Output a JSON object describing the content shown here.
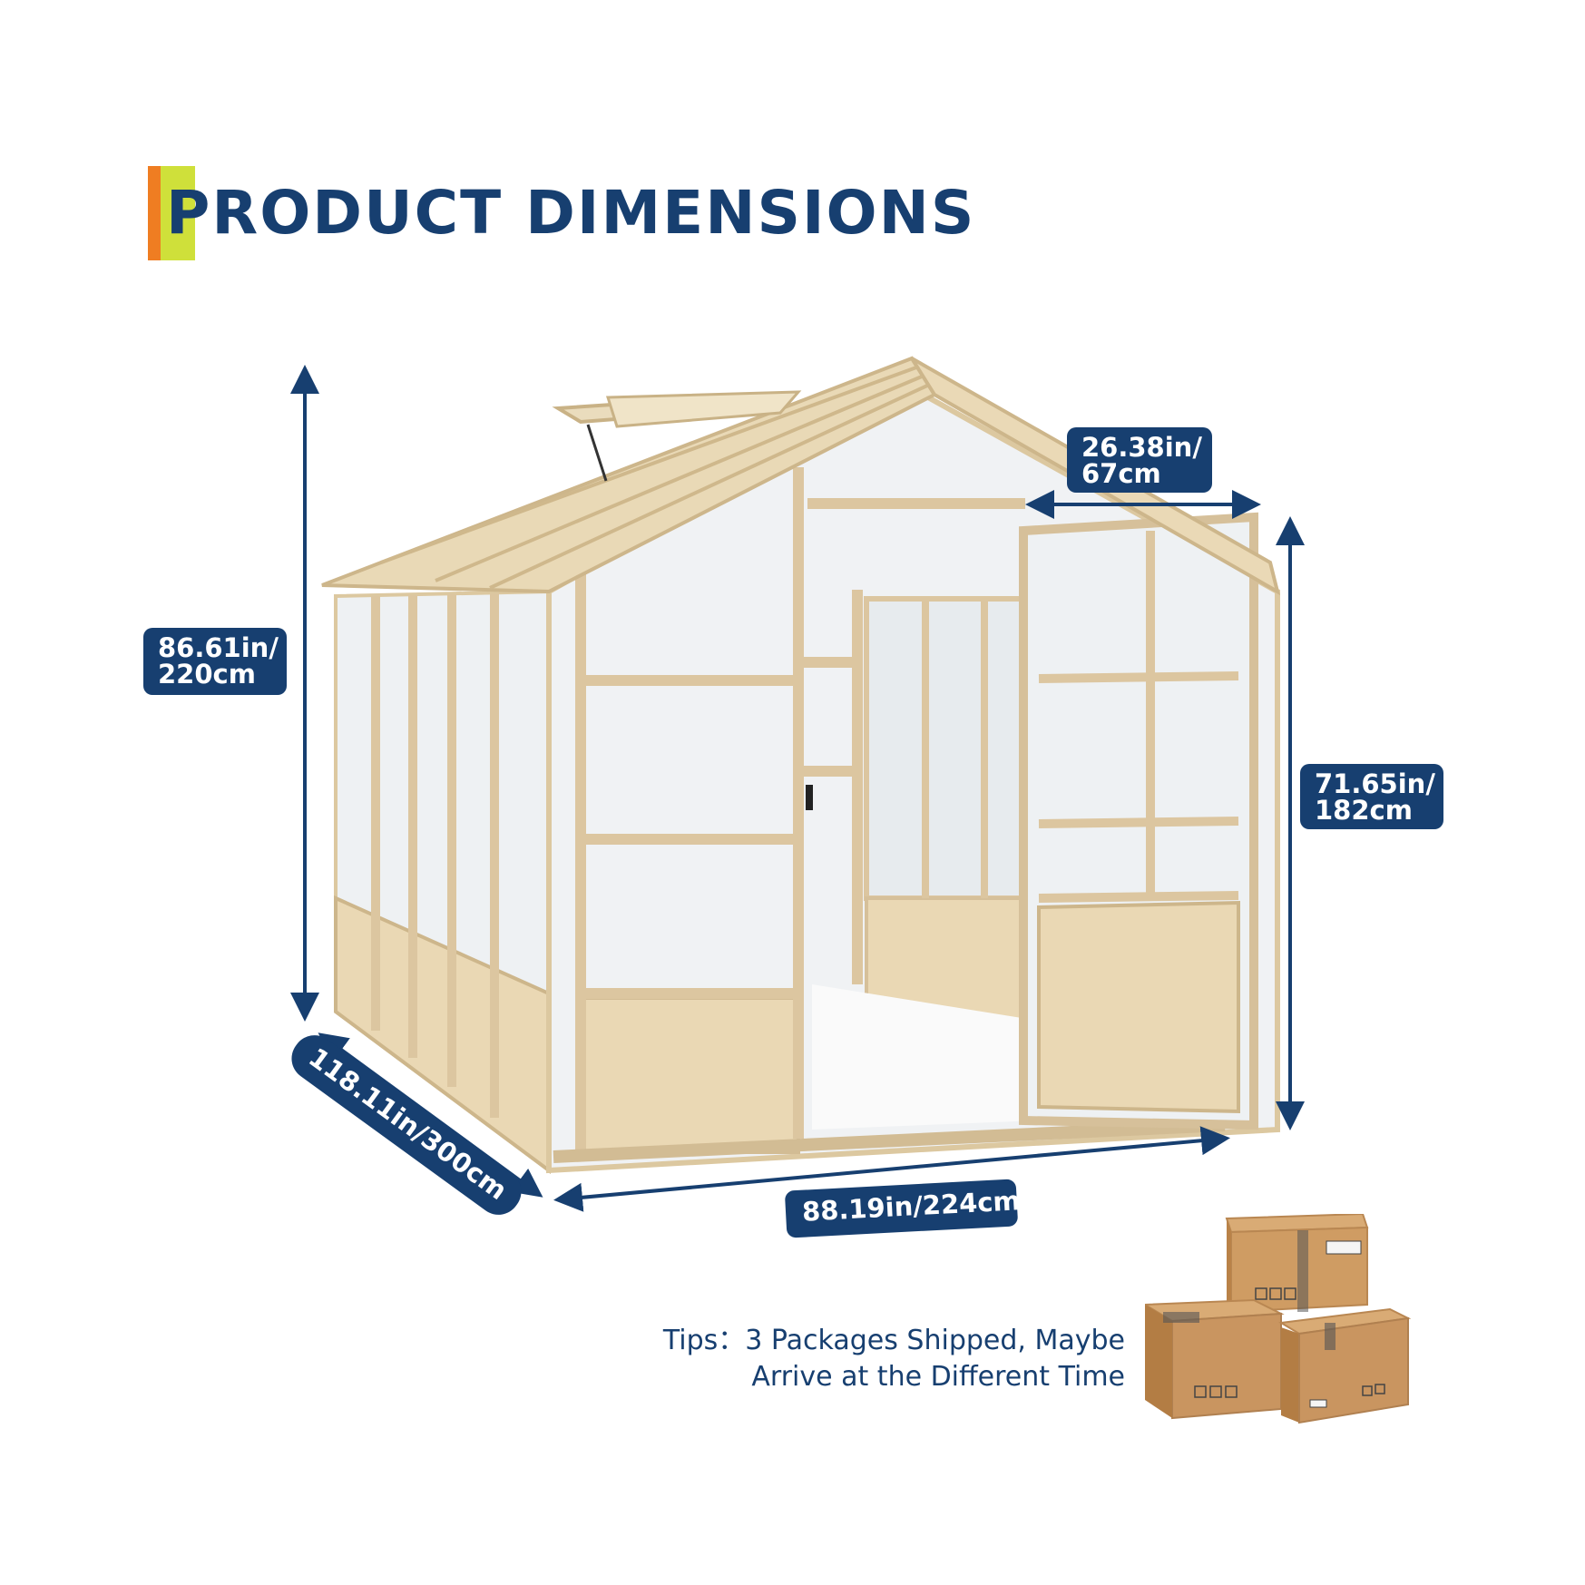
{
  "title": "PRODUCT DIMENSIONS",
  "dimensions": {
    "total_height": {
      "line1": "86.61in/",
      "line2": "220cm"
    },
    "door_width": {
      "line1": "26.38in/",
      "line2": "67cm"
    },
    "door_height": {
      "line1": "71.65in/",
      "line2": "182cm"
    },
    "depth": "118.11in/300cm",
    "width": "88.19in/224cm"
  },
  "tips": {
    "line1": "Tips：3 Packages Shipped, Maybe",
    "line2": "Arrive at the Different Time"
  },
  "colors": {
    "navy": "#173f70",
    "accent_orange": "#ef7d22",
    "accent_green": "#cfe03a",
    "wood": "#e6d3ad",
    "panel": "#eef1f3",
    "cardboard": "#c99560"
  },
  "icons": [
    "greenhouse-illustration",
    "shipping-boxes-icon"
  ]
}
